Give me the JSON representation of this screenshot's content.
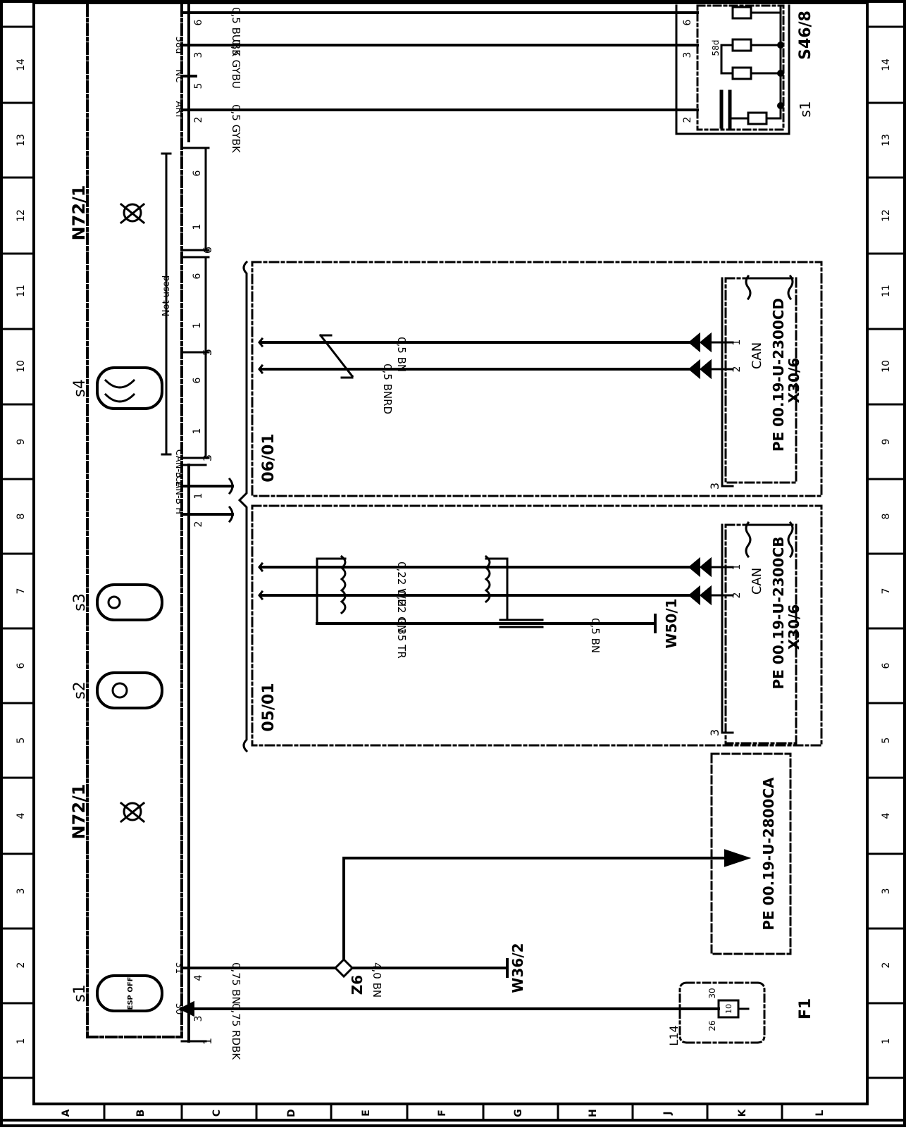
{
  "frame": {
    "row_numbers": [
      "1",
      "2",
      "3",
      "4",
      "5",
      "6",
      "7",
      "8",
      "9",
      "10",
      "11",
      "12",
      "13",
      "14"
    ],
    "column_letters": [
      "A",
      "B",
      "C",
      "D",
      "E",
      "F",
      "G",
      "H",
      "J",
      "K",
      "L"
    ]
  },
  "control_unit": {
    "label_top": "N72/1",
    "label_bottom": "N72/1",
    "pin_labels": {
      "p30": "30",
      "p31": "31",
      "can_h": "CAN-B H",
      "can_l": "CAN-B L",
      "art": "ART",
      "nc": "NC",
      "p58d": "58d"
    },
    "pin_numbers": {
      "p3": "3",
      "p4": "4",
      "p2": "2",
      "p1": "1",
      "p5": "5",
      "p6": "6",
      "p2b": "2"
    },
    "switches": [
      {
        "label": "s1",
        "icon_text": "ESP OFF"
      },
      {
        "label": "s2"
      },
      {
        "label": "s3"
      },
      {
        "label": "s4"
      }
    ],
    "sub_connectors": {
      "c1": {
        "end": "1",
        "pins": [
          "3",
          "1",
          "6"
        ]
      },
      "c2": {
        "end": "5",
        "pins": [
          "1",
          "6"
        ]
      },
      "c3": {
        "end": "6",
        "pins": [
          "1",
          "6"
        ]
      }
    },
    "not_used": "Not used"
  },
  "wires": {
    "w_rdbk": "0,75 RDBK",
    "w_bn075": "0,75 BN",
    "w_bn40": "4,0 BN",
    "w_tr": "0,35 TR",
    "w_gn": "0,22 GN",
    "w_wh": "0,22 WH",
    "w_bn05a": "0,5 BN",
    "w_bnrd": "0,5 BNRD",
    "w_bn05b": "0,5 BN",
    "w_gybk": "0,5 GYBK",
    "w_gybu": "0,5 GYBU",
    "w_bubk": "0,5 BUBK"
  },
  "components": {
    "z6": "Z6",
    "w36": "W36/2",
    "w50": "W50/1",
    "f1": "F1",
    "l14": "L14",
    "fuse_10": "10",
    "fuse_30": "30",
    "fuse_26": "26",
    "s46": "S46/8",
    "s46_s1": "s1",
    "s46_p2": "2",
    "s46_p3": "3",
    "s46_p6": "6",
    "s46_58d": "58d"
  },
  "can_blocks": [
    {
      "date": "05/01",
      "ref": "PE 00.19-U-2300CB",
      "connector": "X30/6",
      "bus": "CAN",
      "p1": "1",
      "p2": "2",
      "p3": "3"
    },
    {
      "date": "06/01",
      "ref": "PE 00.19-U-2300CD",
      "connector": "X30/6",
      "bus": "CAN",
      "p1": "1",
      "p2": "2",
      "p3": "3"
    }
  ],
  "ref_box": {
    "ref": "PE 00.19-U-2800CA"
  }
}
